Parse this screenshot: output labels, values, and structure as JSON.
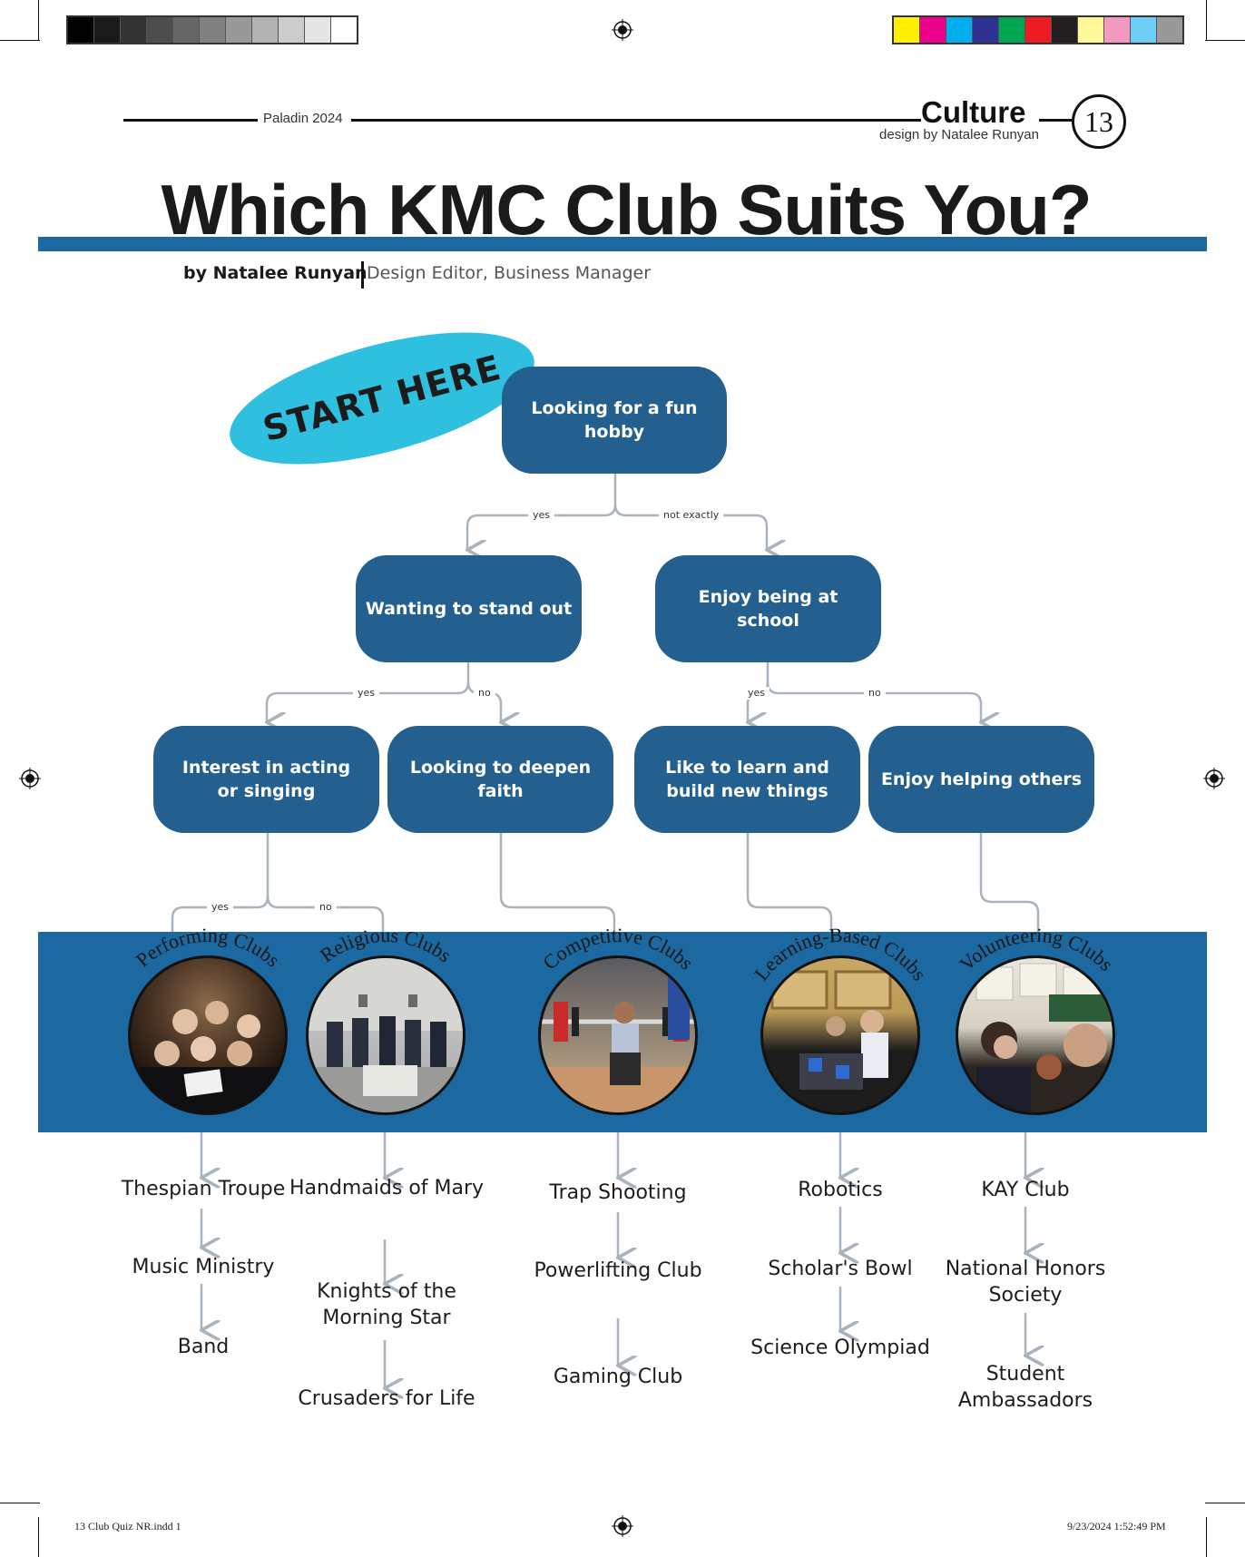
{
  "header": {
    "publication": "Paladin 2024",
    "section": "Culture",
    "designer": "design by Natalee Runyan",
    "page_number": "13"
  },
  "title": "Which KMC Club Suits You?",
  "byline": {
    "author": "by Natalee Runyan",
    "role": "Design Editor, Business Manager"
  },
  "start_badge": "START HERE",
  "nodes": {
    "root": "Looking for a fun hobby",
    "stand_out": "Wanting to stand out",
    "enjoy_school": "Enjoy being at school",
    "acting_singing": "Interest in acting or singing",
    "deepen_faith": "Looking to deepen faith",
    "learn_build": "Like to learn and build new things",
    "helping_others": "Enjoy helping others"
  },
  "edge_labels": {
    "root_yes": "yes",
    "root_no": "not exactly",
    "stand_out_yes": "yes",
    "stand_out_no": "no",
    "school_yes": "yes",
    "school_no": "no",
    "acting_yes": "yes",
    "acting_no": "no"
  },
  "categories": [
    {
      "name": "Performing Clubs",
      "clubs": [
        "Thespian Troupe",
        "Music Ministry",
        "Band"
      ]
    },
    {
      "name": "Religious Clubs",
      "clubs": [
        "Handmaids of Mary",
        "Knights of the Morning Star",
        "Crusaders for Life"
      ]
    },
    {
      "name": "Competitive Clubs",
      "clubs": [
        "Trap Shooting",
        "Powerlifting Club",
        "Gaming Club"
      ]
    },
    {
      "name": "Learning-Based Clubs",
      "clubs": [
        "Robotics",
        "Scholar's Bowl",
        "Science Olympiad"
      ]
    },
    {
      "name": "Volunteering Clubs",
      "clubs": [
        "KAY Club",
        "National Honors Society",
        "Student Ambassadors"
      ]
    }
  ],
  "footer": {
    "file": "13 Club Quiz NR.indd   1",
    "timestamp": "9/23/2024   1:52:49 PM"
  },
  "colors": {
    "accent_blue": "#1c68a0",
    "node_blue": "#235f8f",
    "badge_cyan": "#2fbfdf",
    "connector": "#a9b3bd"
  }
}
